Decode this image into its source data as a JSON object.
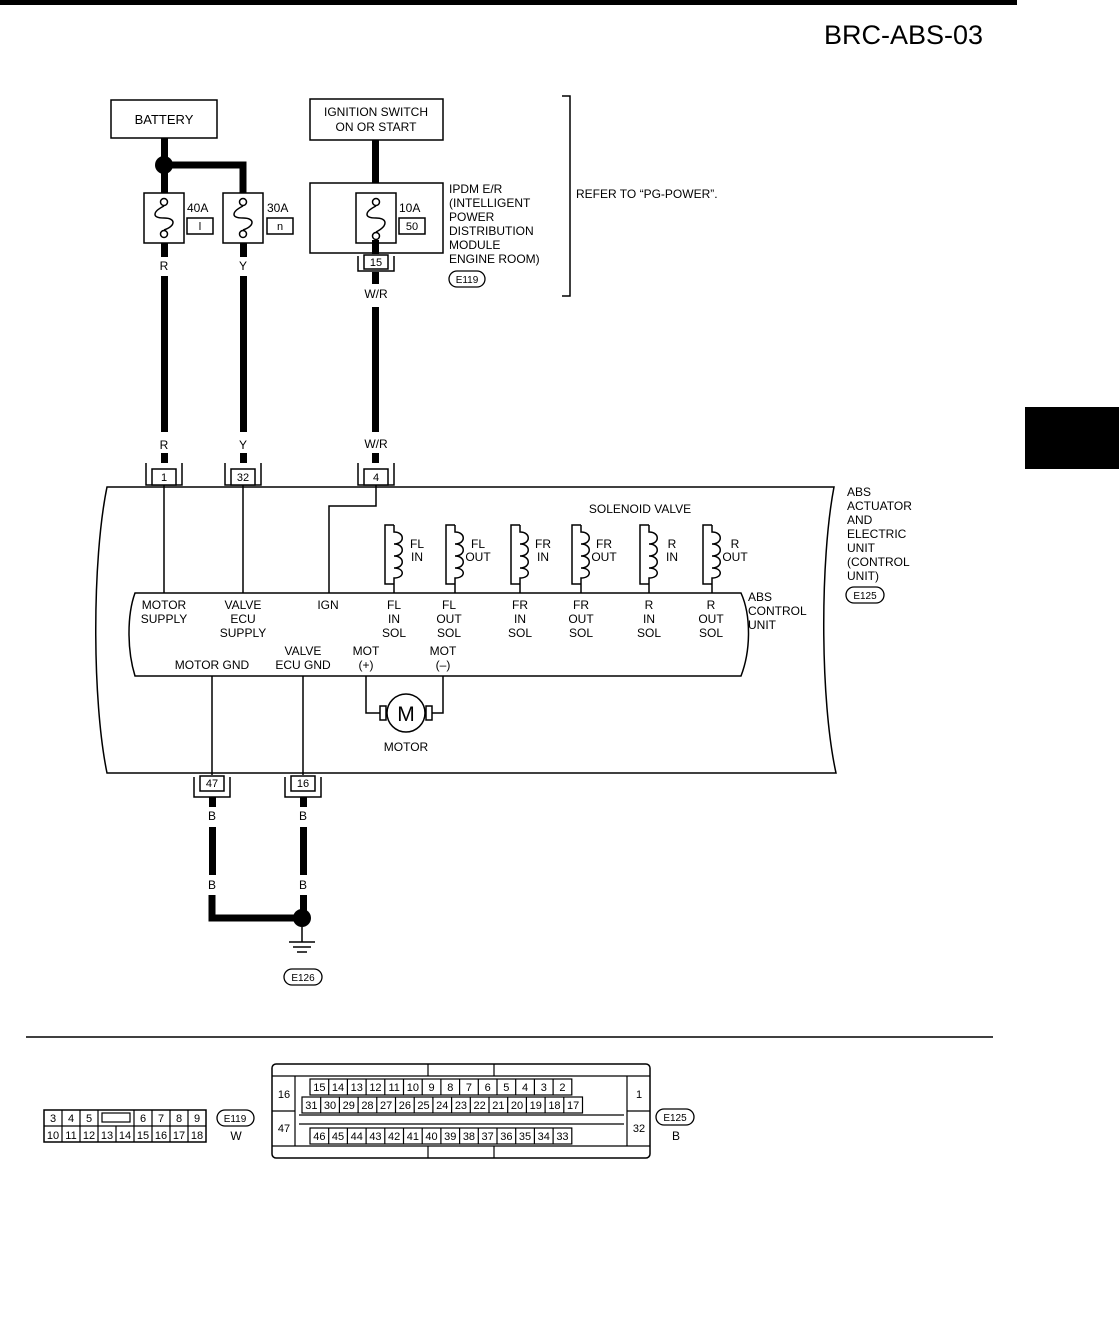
{
  "page": {
    "code": "BRC-ABS-03",
    "tab_color": "#000000"
  },
  "sources": {
    "battery": "BATTERY",
    "ignition_line1": "IGNITION SWITCH",
    "ignition_line2": "ON OR START",
    "refer": "REFER TO “PG-POWER”."
  },
  "fuses": [
    {
      "rating": "40A",
      "id": "l"
    },
    {
      "rating": "30A",
      "id": "n"
    },
    {
      "rating": "10A",
      "id": "50"
    }
  ],
  "ipdm": {
    "lines": [
      "IPDM E/R",
      "(INTELLIGENT",
      "POWER",
      "DISTRIBUTION",
      "MODULE",
      "ENGINE ROOM)"
    ],
    "connector": "E119",
    "pin": "15"
  },
  "wires": {
    "r": "R",
    "y": "Y",
    "wr": "W/R",
    "b": "B"
  },
  "abs_pins": {
    "motor_supply": "1",
    "valve_supply": "32",
    "ign": "4",
    "motor_gnd": "47",
    "valve_gnd": "16"
  },
  "unit": {
    "lines": [
      "ABS",
      "ACTUATOR",
      "AND",
      "ELECTRIC",
      "UNIT",
      "(CONTROL",
      "UNIT)"
    ],
    "connector": "E125",
    "solenoid_title": "SOLENOID VALVE",
    "control_lines": [
      "ABS",
      "CONTROL",
      "UNIT"
    ],
    "motor_label": "MOTOR",
    "motor_symbol": "M"
  },
  "valves": [
    {
      "l1": "FL",
      "l2": "IN"
    },
    {
      "l1": "FL",
      "l2": "OUT"
    },
    {
      "l1": "FR",
      "l2": "IN"
    },
    {
      "l1": "FR",
      "l2": "OUT"
    },
    {
      "l1": "R",
      "l2": "IN"
    },
    {
      "l1": "R",
      "l2": "OUT"
    }
  ],
  "terminals": {
    "motor_supply": [
      "MOTOR",
      "SUPPLY"
    ],
    "valve_supply": [
      "VALVE",
      "ECU",
      "SUPPLY"
    ],
    "ign": "IGN",
    "sols": [
      [
        "FL",
        "IN",
        "SOL"
      ],
      [
        "FL",
        "OUT",
        "SOL"
      ],
      [
        "FR",
        "IN",
        "SOL"
      ],
      [
        "FR",
        "OUT",
        "SOL"
      ],
      [
        "R",
        "IN",
        "SOL"
      ],
      [
        "R",
        "OUT",
        "SOL"
      ]
    ],
    "motor_gnd": "MOTOR GND",
    "valve_gnd": [
      "VALVE",
      "ECU GND"
    ],
    "mot_plus": [
      "MOT",
      "(+)"
    ],
    "mot_minus": [
      "MOT",
      "(–)"
    ]
  },
  "ground": {
    "connector": "E126"
  },
  "connectors": {
    "e119": {
      "code": "E119",
      "color": "W",
      "top": [
        "3",
        "4",
        "5",
        "",
        "6",
        "7",
        "8",
        "9"
      ],
      "bottom": [
        "10",
        "11",
        "12",
        "13",
        "14",
        "15",
        "16",
        "17",
        "18"
      ]
    },
    "e125": {
      "code": "E125",
      "color": "B",
      "left_top": "16",
      "left_bottom": "47",
      "right_top": "1",
      "right_bottom": "32",
      "row1": [
        "15",
        "14",
        "13",
        "12",
        "11",
        "10",
        "9",
        "8",
        "7",
        "6",
        "5",
        "4",
        "3",
        "2"
      ],
      "row2": [
        "31",
        "30",
        "29",
        "28",
        "27",
        "26",
        "25",
        "24",
        "23",
        "22",
        "21",
        "20",
        "19",
        "18",
        "17"
      ],
      "row3": [
        "46",
        "45",
        "44",
        "43",
        "42",
        "41",
        "40",
        "39",
        "38",
        "37",
        "36",
        "35",
        "34",
        "33"
      ]
    }
  }
}
